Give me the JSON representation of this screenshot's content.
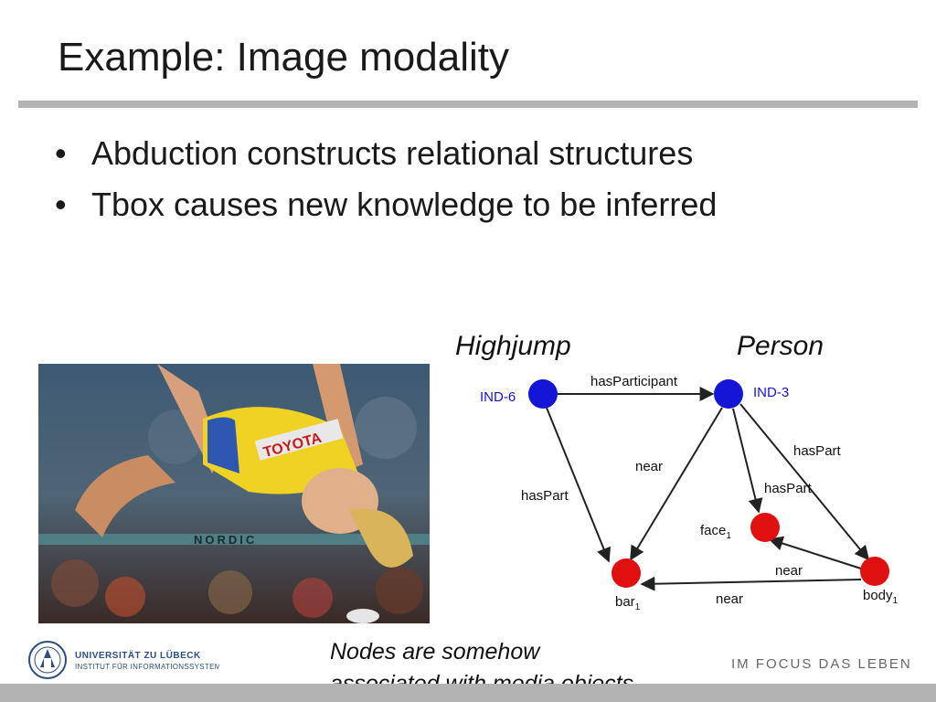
{
  "slide": {
    "title": "Example: Image modality",
    "bullets": [
      "Abduction constructs relational structures",
      "Tbox causes new knowledge to be inferred"
    ],
    "bullet_char": "•",
    "caption_line1": "Nodes are somehow",
    "caption_line2": "associated with media objects"
  },
  "photo": {
    "jersey_text": "TOYOTA",
    "bar_text": "NORDIC"
  },
  "diagram": {
    "concept_left": "Highjump",
    "concept_right": "Person",
    "nodes": {
      "ind6": "IND-6",
      "ind3": "IND-3",
      "face": "face",
      "face_sub": "1",
      "bar": "bar",
      "bar_sub": "1",
      "body": "body",
      "body_sub": "1"
    },
    "edges": {
      "has_participant": "hasParticipant",
      "ind6_haspart_bar": "hasPart",
      "ind3_near_bar": "near",
      "ind3_haspart_face": "hasPart",
      "ind3_haspart_body": "hasPart",
      "body_near_face": "near",
      "body_near_bar": "near"
    },
    "colors": {
      "individual": "#1515d8",
      "part": "#e01010",
      "edge": "#222222"
    }
  },
  "footer": {
    "university": "UNIVERSITÄT ZU LÜBECK",
    "institute": "INSTITUT FÜR INFORMATIONSSYSTEME",
    "slogan": "IM FOCUS DAS LEBEN"
  }
}
